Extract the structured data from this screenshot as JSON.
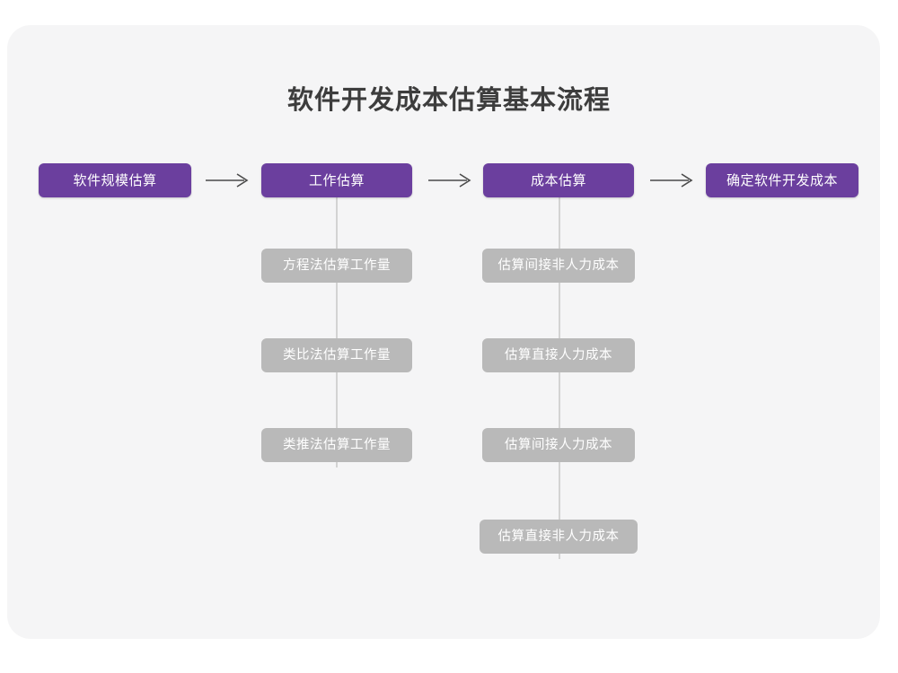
{
  "page": {
    "title": "软件开发成本估算基本流程",
    "background_color": "#ffffff",
    "card_color": "#f5f5f6",
    "primary_color": "#6b3f9e",
    "secondary_color": "#b9b9b9",
    "connector_color": "#d3d3d3",
    "arrow_color": "#4a4a4a"
  },
  "flow": {
    "main_steps": [
      {
        "label": "软件规模估算"
      },
      {
        "label": "工作估算"
      },
      {
        "label": "成本估算"
      },
      {
        "label": "确定软件开发成本"
      }
    ],
    "arrows": [
      {
        "name": "arrow-right-1"
      },
      {
        "name": "arrow-right-2"
      },
      {
        "name": "arrow-right-3"
      }
    ],
    "branches": [
      {
        "parent": "工作估算",
        "items": [
          {
            "label": "方程法估算工作量"
          },
          {
            "label": "类比法估算工作量"
          },
          {
            "label": "类推法估算工作量"
          }
        ]
      },
      {
        "parent": "成本估算",
        "items": [
          {
            "label": "估算间接非人力成本"
          },
          {
            "label": "估算直接人力成本"
          },
          {
            "label": "估算间接人力成本"
          },
          {
            "label": "估算直接非人力成本"
          }
        ]
      }
    ]
  }
}
